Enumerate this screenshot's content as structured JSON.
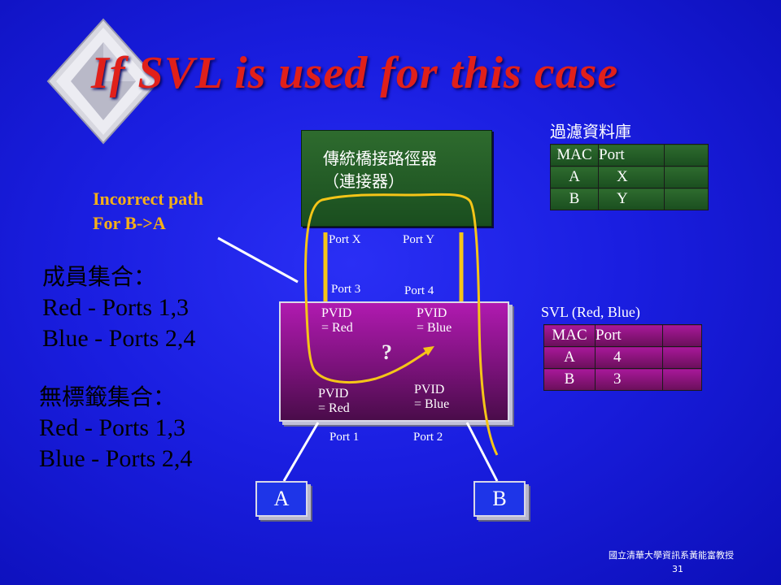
{
  "title": "If SVL is used for this case",
  "bridge": {
    "line1": "傳統橋接路徑器",
    "line2": "（連接器）"
  },
  "filter_db": {
    "title": "過濾資料庫",
    "headers": [
      "MAC",
      "Port"
    ],
    "rows": [
      [
        "A",
        "X"
      ],
      [
        "B",
        "Y"
      ]
    ]
  },
  "svl": {
    "title": "SVL (Red, Blue)",
    "headers": [
      "MAC",
      "Port"
    ],
    "rows": [
      [
        "A",
        "4"
      ],
      [
        "B",
        "3"
      ]
    ]
  },
  "incorrect_path": {
    "line1": "Incorrect path",
    "line2": "For B->A"
  },
  "member_set": {
    "heading": "成員集合：",
    "red": "Red - Ports 1,3",
    "blue": "Blue - Ports 2,4"
  },
  "untagged_set": {
    "heading": "無標籤集合：",
    "red": "Red - Ports 1,3",
    "blue": "Blue - Ports 2,4"
  },
  "ports": {
    "x": "Port X",
    "y": "Port Y",
    "p3": "Port 3",
    "p4": "Port 4",
    "p1": "Port 1",
    "p2": "Port 2"
  },
  "pvid": {
    "tl_1": "PVID",
    "tl_2": "= Red",
    "tr_1": "PVID",
    "tr_2": "= Blue",
    "bl_1": "PVID",
    "bl_2": "= Red",
    "br_1": "PVID",
    "br_2": "= Blue"
  },
  "question": "?",
  "nodes": {
    "a": "A",
    "b": "B"
  },
  "footer": {
    "text": "國立清華大學資訊系黃能富教授",
    "page": "31"
  },
  "colors": {
    "path": "#f5c518",
    "title": "#e0201a",
    "label_orange": "#f5b017"
  }
}
